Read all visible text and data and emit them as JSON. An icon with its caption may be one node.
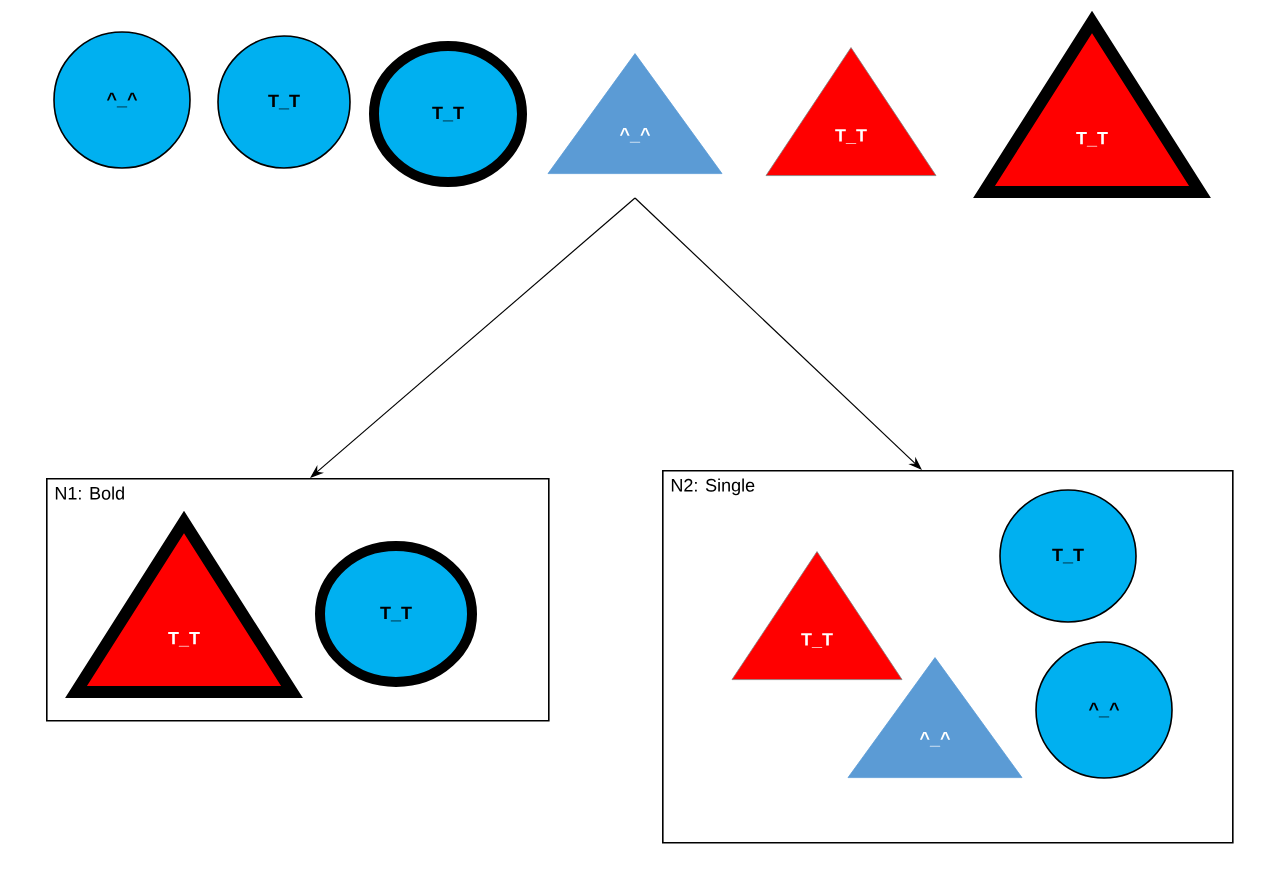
{
  "diagram": {
    "nodes": [
      {
        "text": [
          "^_^"
        ]
      },
      {
        "text": [
          "T_T"
        ]
      },
      {
        "text": [
          "T_T"
        ]
      },
      {
        "text": [
          "^_^"
        ]
      },
      {
        "text": [
          "T_T"
        ]
      },
      {
        "text": [
          "T_T"
        ]
      },
      {
        "text": [
          "N1: Bold"
        ]
      },
      {
        "text": [
          "T_T"
        ],
        "in": 6
      },
      {
        "text": [
          "T_T"
        ],
        "in": 6
      },
      {
        "text": [
          "N2: Single"
        ]
      },
      {
        "text": [
          "T_T"
        ],
        "in": 9
      },
      {
        "text": [
          "T_T"
        ],
        "in": 9
      },
      {
        "text": [
          "^_^"
        ],
        "in": 9
      },
      {
        "text": [
          "^_^"
        ],
        "in": 9
      }
    ],
    "edges": [
      {
        "from": 3,
        "to": 6,
        "arrow": "to"
      },
      {
        "from": 3,
        "to": 9,
        "arrow": "to"
      }
    ]
  }
}
